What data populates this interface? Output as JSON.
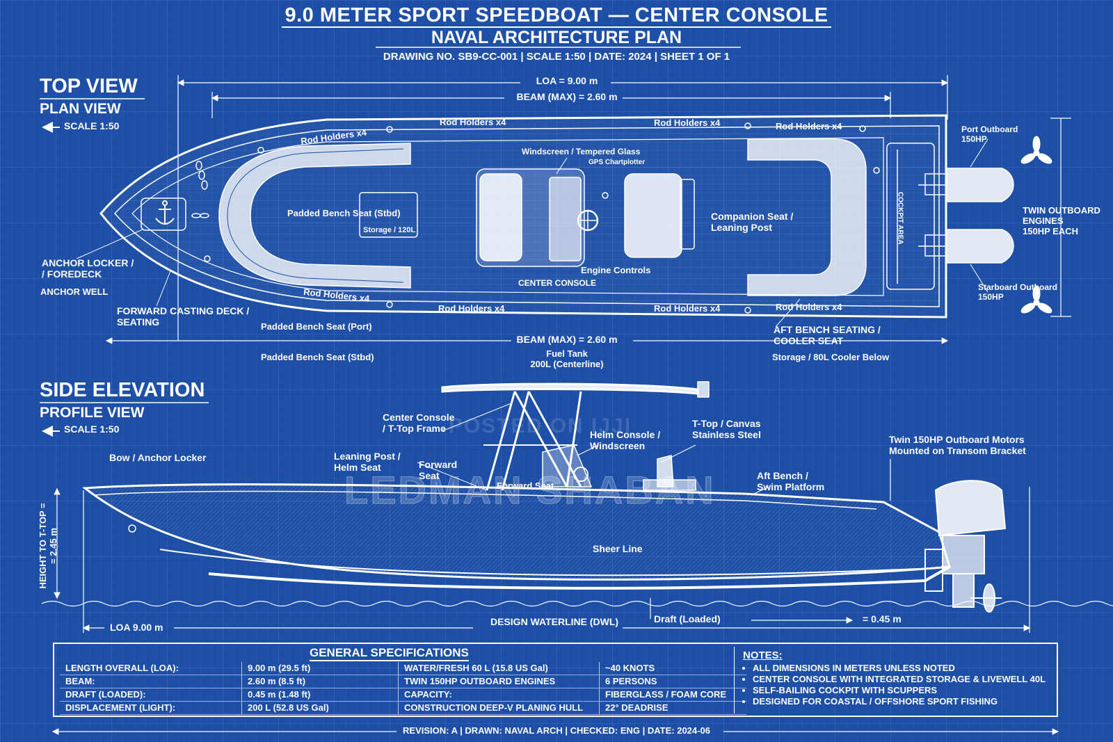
{
  "header": {
    "title": "9.0 METER SPORT SPEEDBOAT — CENTER CONSOLE",
    "subtitle": "NAVAL ARCHITECTURE PLAN",
    "info": "DRAWING NO. SB9-CC-001  |  SCALE 1:50  |  DATE: 2024  |  SHEET 1 OF 1"
  },
  "top_view": {
    "heading": "TOP VIEW",
    "subheading": "PLAN VIEW",
    "scale": "SCALE 1:50",
    "loa": "LOA = 9.00 m",
    "beam_top": "BEAM (MAX) = 2.60 m",
    "beam_bottom": "BEAM (MAX) = 2.60 m",
    "labels": {
      "rod_holders": "Rod Holders x4",
      "windscreen": "Windscreen / Tempered Glass",
      "gps": "GPS Chartplotter",
      "padded_bench_stbd": "Padded Bench Seat (Stbd)",
      "storage_120": "Storage / 120L",
      "companion_seat": "Companion Seat /\nLeaning Post",
      "engine_controls": "Engine Controls",
      "center_console": "CENTER CONSOLE",
      "anchor_locker": "ANCHOR LOCKER /\n/ FOREDECK",
      "anchor_well": "ANCHOR WELL",
      "forward_casting": "FORWARD CASTING DECK /\nSEATING",
      "padded_bench_port": "Padded Bench Seat (Port)",
      "padded_bench_stbd2": "Padded Bench Seat (Stbd)",
      "fuel_tank": "Fuel Tank\n200L (Centerline)",
      "aft_bench": "AFT BENCH SEATING /\nCOOLER SEAT",
      "storage_80": "Storage / 80L Cooler Below",
      "port_outboard": "Port Outboard\n150HP",
      "starboard_outboard": "Starboard Outboard\n150HP",
      "twin_outboard": "TWIN OUTBOARD\nENGINES\n150HP EACH",
      "rod_area": "COCKPIT AREA"
    }
  },
  "side_view": {
    "heading": "SIDE ELEVATION",
    "subheading": "PROFILE VIEW",
    "scale": "SCALE 1:50",
    "labels": {
      "bow": "Bow / Anchor Locker",
      "center_console_frame": "Center Console\n/ T-Top Frame",
      "leaning_post": "Leaning Post /\nHelm Seat",
      "forward_seat_a": "Forward\nSeat",
      "forward_seat_b": "Forward Seat",
      "helm_console": "Helm Console /\nWindscreen",
      "t_top": "T-Top / Canvas\nStainless Steel",
      "twin_motors": "Twin 150HP Outboard Motors\nMounted on Transom Bracket",
      "aft_bench": "Aft Bench /\nSwim Platform",
      "sheer_line": "Sheer Line",
      "height": "HEIGHT TO T-TOP =\n= 2.45 m",
      "loa": "LOA 9.00 m",
      "dwl": "DESIGN WATERLINE (DWL)",
      "draft": "Draft (Loaded)",
      "draft_value": "= 0.45 m"
    }
  },
  "watermark": {
    "main": "LEDMAN SHABAN",
    "small": "POSTED ON IJJI"
  },
  "specs": {
    "heading": "GENERAL SPECIFICATIONS",
    "rows": [
      [
        "LENGTH OVERALL (LOA):",
        "9.00 m (29.5 ft)",
        "WATER/FRESH  60 L (15.8 US Gal)",
        "~40 KNOTS"
      ],
      [
        "BEAM:",
        "2.60 m (8.5 ft)",
        "TWIN 150HP OUTBOARD ENGINES",
        "6 PERSONS"
      ],
      [
        "DRAFT (LOADED):",
        "0.45 m (1.48 ft)",
        "CAPACITY:",
        "FIBERGLASS / FOAM CORE"
      ],
      [
        "DISPLACEMENT (LIGHT):",
        "200 L (52.8 US Gal)",
        "CONSTRUCTION DEEP-V PLANING HULL",
        "22° DEADRISE"
      ]
    ]
  },
  "notes": {
    "heading": "NOTES:",
    "items": [
      "ALL DIMENSIONS IN METERS UNLESS NOTED",
      "CENTER CONSOLE WITH INTEGRATED STORAGE & LIVEWELL 40L",
      "SELF-BAILING COCKPIT WITH SCUPPERS",
      "DESIGNED FOR COASTAL / OFFSHORE SPORT FISHING"
    ]
  },
  "footer": "REVISION: A  |  DRAWN: NAVAL ARCH  |  CHECKED: ENG  |  DATE: 2024-06",
  "colors": {
    "background": "#1d4fa6",
    "line": "#ffffff"
  }
}
